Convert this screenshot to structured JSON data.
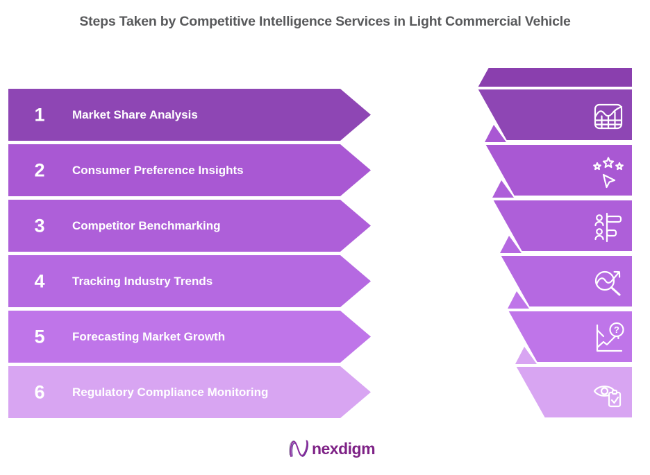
{
  "title": {
    "text": "Steps Taken by Competitive Intelligence Services in Light Commercial Vehicle",
    "color": "#58595b"
  },
  "steps": [
    {
      "number": "1",
      "label": "Market Share Analysis",
      "color": "#8e46b4",
      "icon": "chart-grid-icon"
    },
    {
      "number": "2",
      "label": "Consumer Preference Insights",
      "color": "#a958d3",
      "icon": "stars-cursor-icon"
    },
    {
      "number": "3",
      "label": "Competitor Benchmarking",
      "color": "#ae5fd9",
      "icon": "people-bars-icon"
    },
    {
      "number": "4",
      "label": "Tracking Industry Trends",
      "color": "#b569e1",
      "icon": "magnifier-trend-icon"
    },
    {
      "number": "5",
      "label": "Forecasting Market Growth",
      "color": "#bf75e9",
      "icon": "forecast-question-icon"
    },
    {
      "number": "6",
      "label": "Regulatory Compliance Monitoring",
      "color": "#d8a5f2",
      "icon": "eye-clipboard-icon"
    }
  ],
  "ribbon": {
    "top_fold_color": "#8a3fae"
  },
  "icons": {
    "question_mark": "?"
  },
  "logo": {
    "text": "nexdigm",
    "color": "#7e2286"
  },
  "palette": {
    "background": "#ffffff",
    "bar_text": "#ffffff",
    "title_text": "#58595b"
  }
}
